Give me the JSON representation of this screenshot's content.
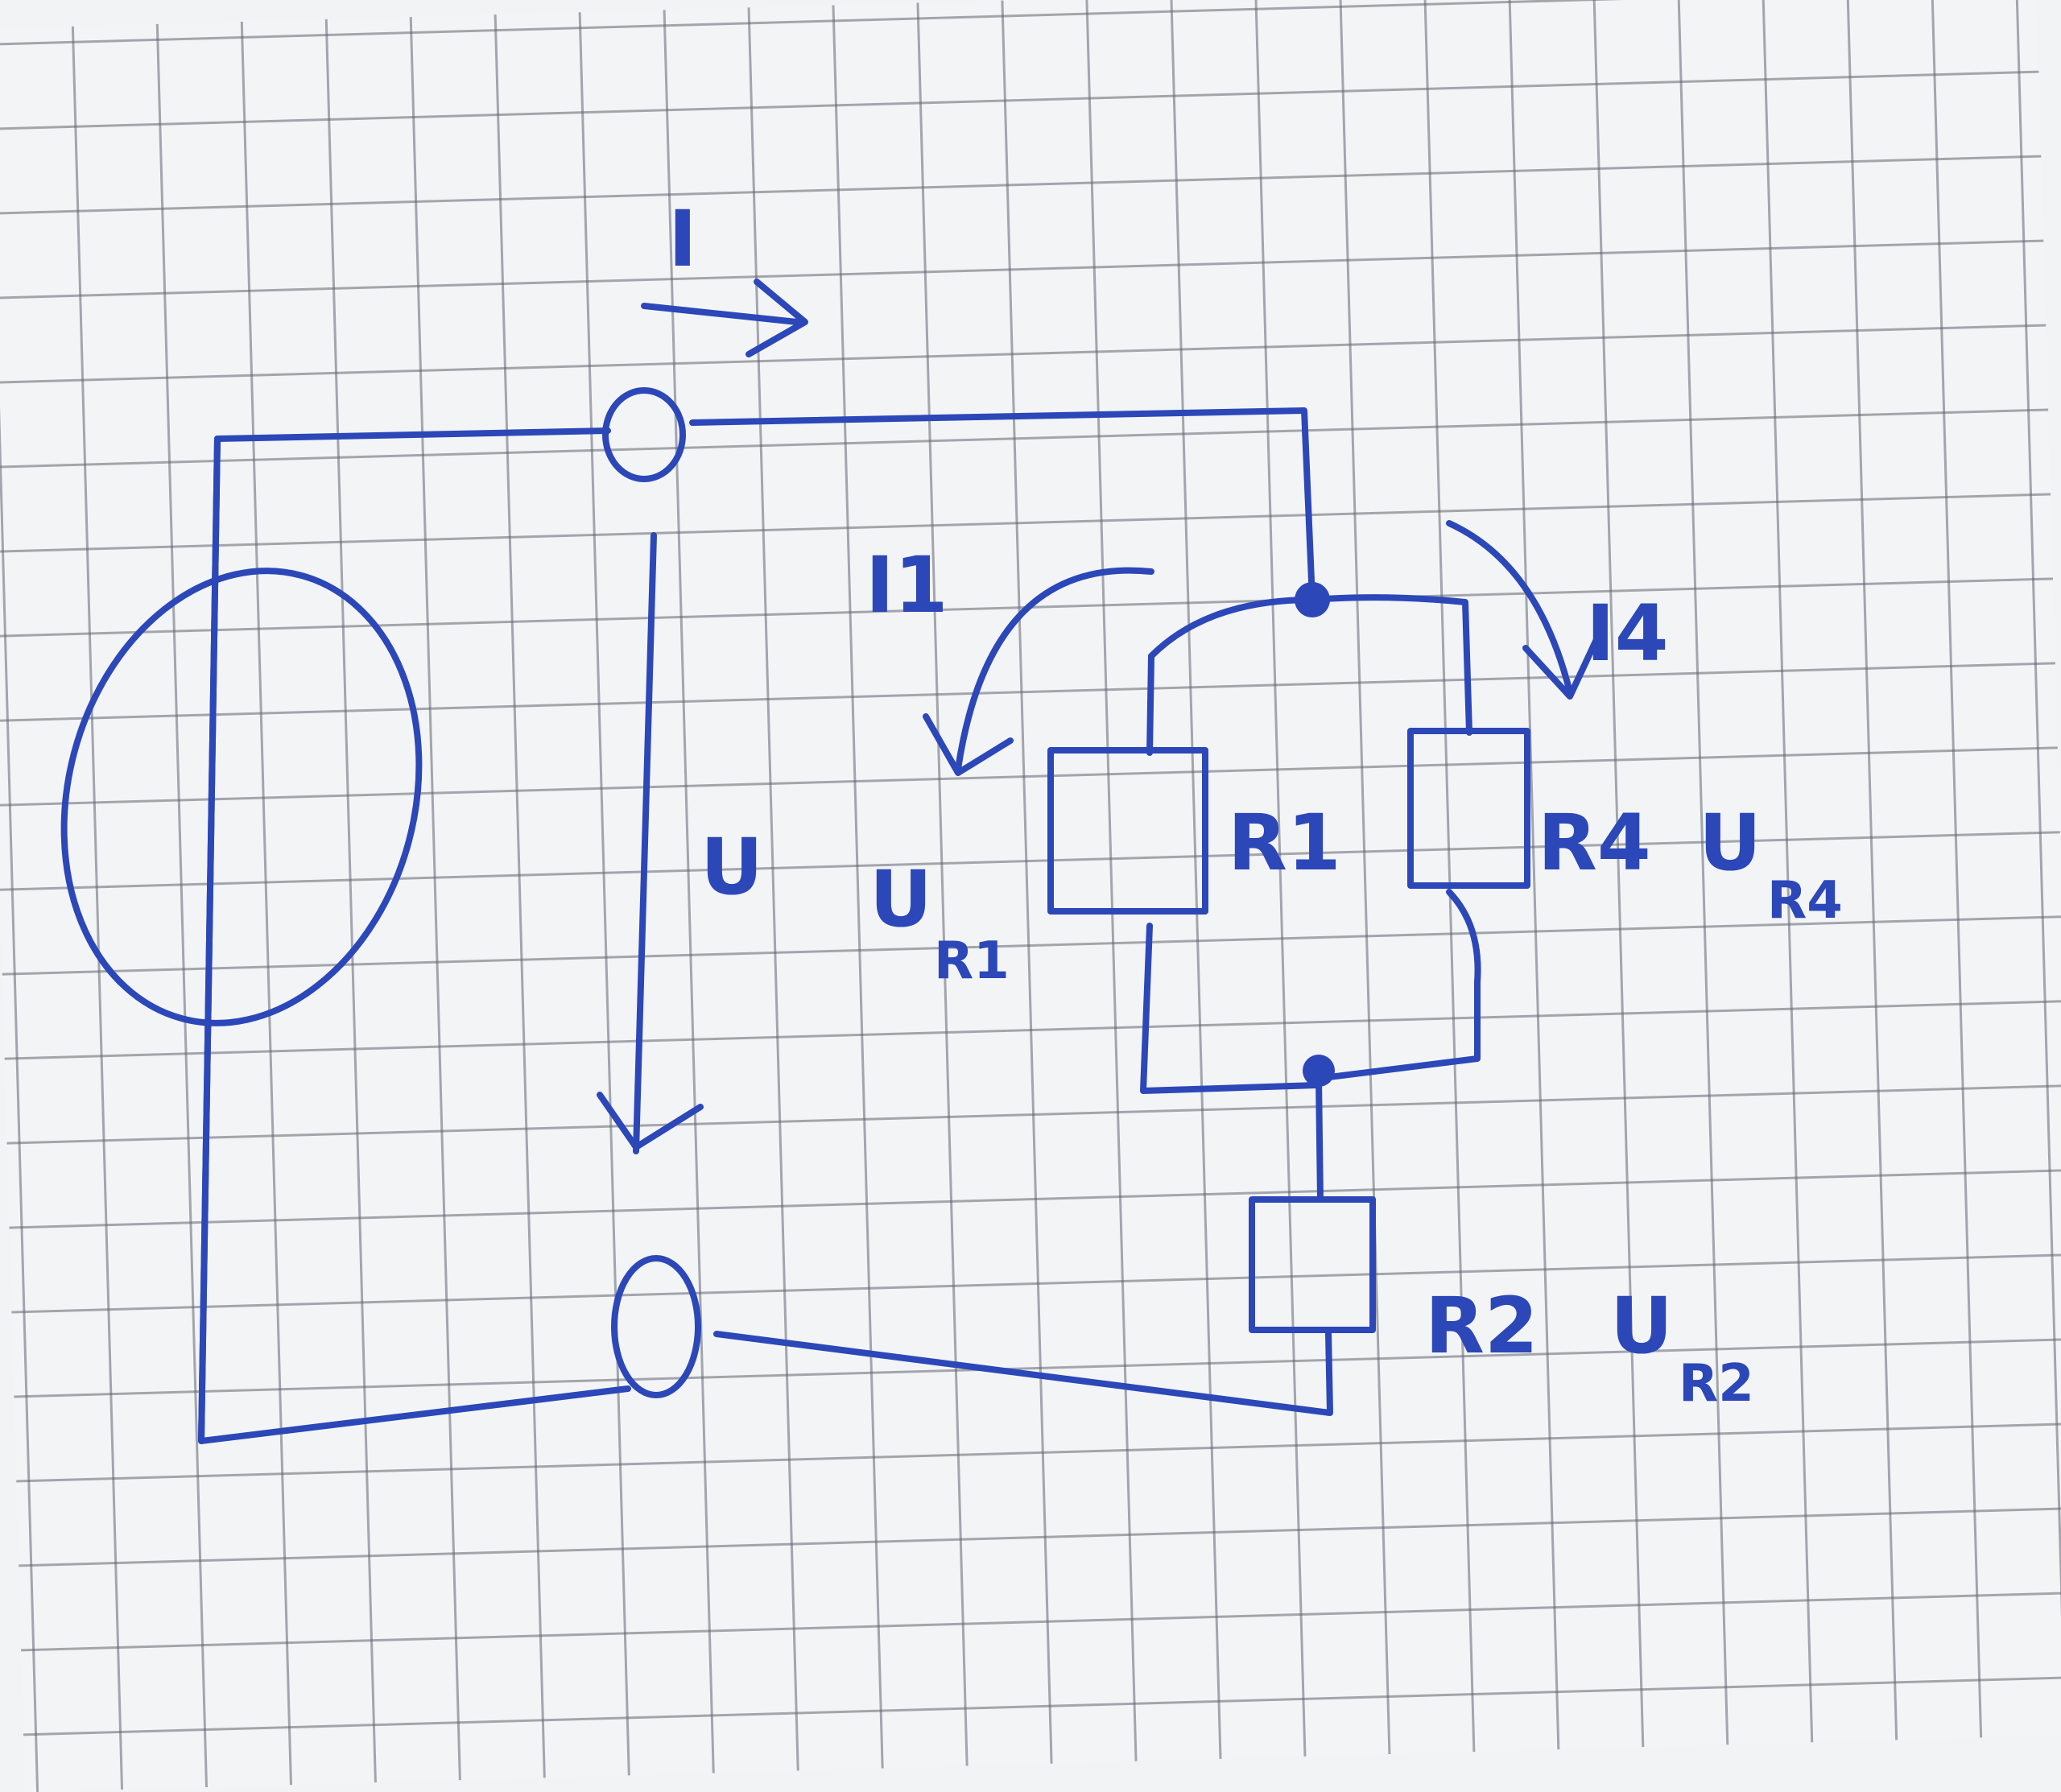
{
  "ink_color": "#2c47b8",
  "labels": {
    "I": "I",
    "I1": "I1",
    "I4": "I4",
    "U": "U",
    "R1": "R1",
    "R4": "R4",
    "R2": "R2",
    "UR1_main": "U",
    "UR1_sub": "R1",
    "UR4_main": "U",
    "UR4_sub": "R4",
    "UR2_main": "U",
    "UR2_sub": "R2"
  }
}
